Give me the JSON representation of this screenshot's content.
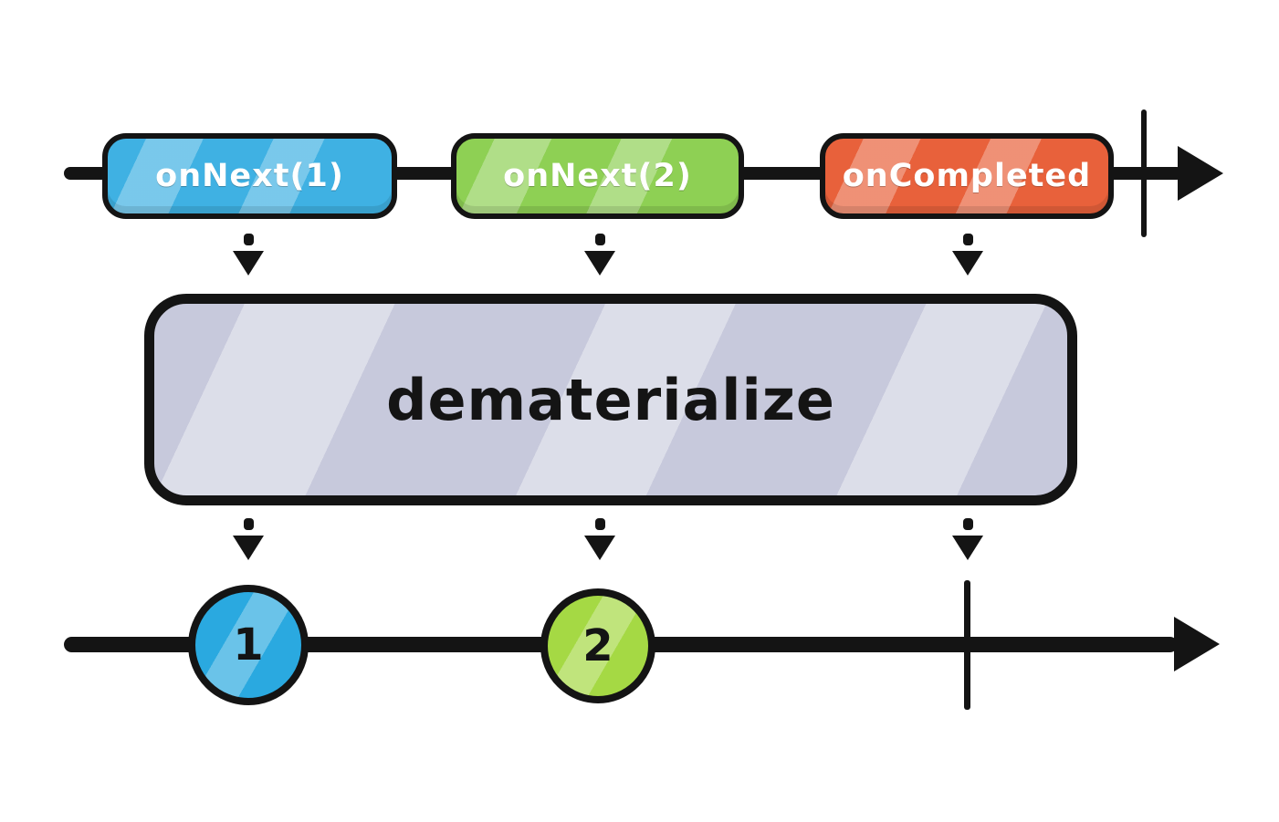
{
  "diagram": {
    "operator": {
      "label": "dematerialize",
      "fill": "#c7c9dc"
    },
    "source_timeline": {
      "events": [
        {
          "label": "onNext(1)",
          "color": "#3fb1e3",
          "type": "notification"
        },
        {
          "label": "onNext(2)",
          "color": "#8ed054",
          "type": "notification"
        },
        {
          "label": "onCompleted",
          "color": "#e8613b",
          "type": "notification"
        }
      ],
      "completed": true
    },
    "result_timeline": {
      "events": [
        {
          "label": "1",
          "color": "#2aa9e0"
        },
        {
          "label": "2",
          "color": "#a5d944"
        }
      ],
      "completed": true
    },
    "colors": {
      "stroke": "#141414",
      "background": "#ffffff"
    }
  }
}
